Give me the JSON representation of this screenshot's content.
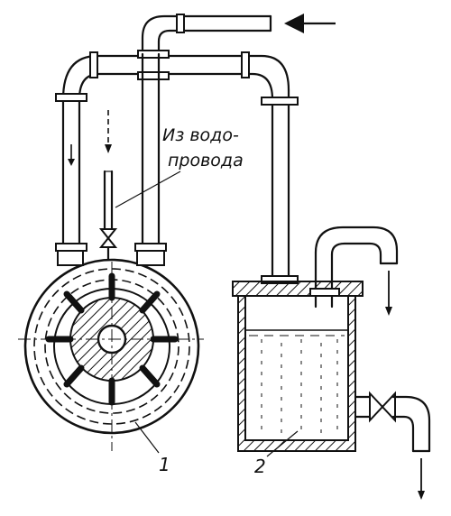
{
  "labels": {
    "water_supply_line1": "Из водо-",
    "water_supply_line2": "провода",
    "part_1": "1",
    "part_2": "2"
  },
  "icons": [
    "arrow-left-icon",
    "arrow-down-icon",
    "valve-icon"
  ]
}
